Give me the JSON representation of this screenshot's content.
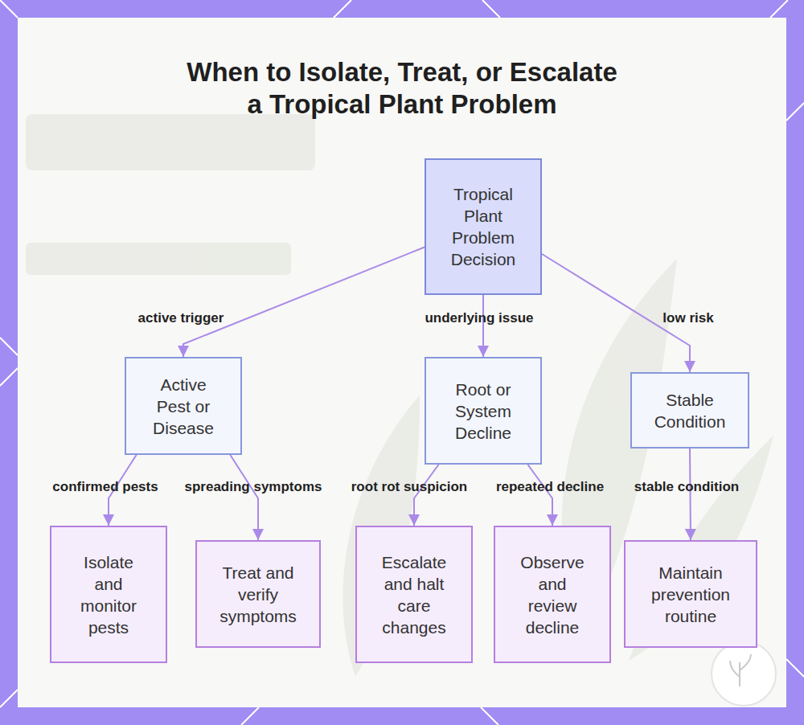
{
  "diagram": {
    "title": "When to Isolate, Treat, or Escalate a Tropical Plant Problem",
    "nodes": [
      {
        "text": [
          "Tropical Plant Problem Decision"
        ]
      },
      {
        "text": [
          "Active Pest or Disease"
        ]
      },
      {
        "text": [
          "Root or System Decline"
        ]
      },
      {
        "text": [
          "Stable Condition"
        ]
      },
      {
        "text": [
          "Isolate and monitor pests"
        ]
      },
      {
        "text": [
          "Treat and verify symptoms"
        ]
      },
      {
        "text": [
          "Escalate and halt care changes"
        ]
      },
      {
        "text": [
          "Observe and review decline"
        ]
      },
      {
        "text": [
          "Maintain prevention routine"
        ]
      }
    ],
    "edges": [
      {
        "from": 0,
        "to": 1,
        "label": "active trigger",
        "arrow": "to"
      },
      {
        "from": 0,
        "to": 2,
        "label": "underlying issue",
        "arrow": "to"
      },
      {
        "from": 0,
        "to": 3,
        "label": "low risk",
        "arrow": "to"
      },
      {
        "from": 1,
        "to": 4,
        "label": "confirmed pests",
        "arrow": "to"
      },
      {
        "from": 1,
        "to": 5,
        "label": "spreading symptoms",
        "arrow": "to"
      },
      {
        "from": 2,
        "to": 6,
        "label": "root rot suspicion",
        "arrow": "to"
      },
      {
        "from": 2,
        "to": 7,
        "label": "repeated decline",
        "arrow": "to"
      },
      {
        "from": 3,
        "to": 8,
        "label": "stable condition",
        "arrow": "to"
      }
    ]
  }
}
